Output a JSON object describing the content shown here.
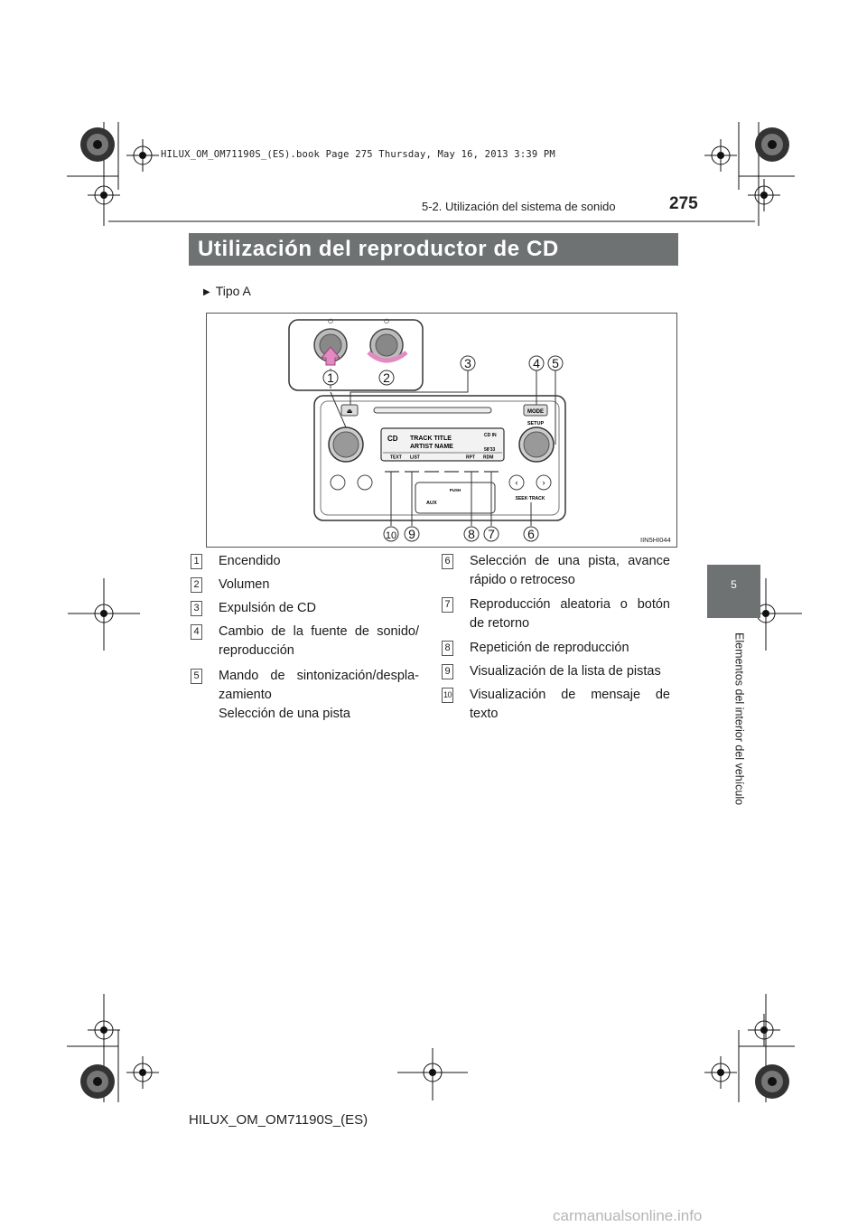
{
  "file_stamp": "HILUX_OM_OM71190S_(ES).book  Page 275  Thursday, May 16, 2013  3:39 PM",
  "header": {
    "section": "5-2. Utilización del sistema de sonido",
    "page_number": "275"
  },
  "title": "Utilización del reproductor de CD",
  "side_tab": {
    "number": "5",
    "label": "Elementos del interior del vehículo"
  },
  "bullet": {
    "icon": "triangle-right-icon",
    "text": "Tipo A"
  },
  "figure": {
    "code": "IIN5HI044",
    "callouts": [
      "1",
      "2",
      "3",
      "4",
      "5",
      "6",
      "7",
      "8",
      "9",
      "10"
    ],
    "display": {
      "source": "CD",
      "track_title": "TRACK TITLE",
      "artist_name": "ARTIST NAME",
      "status": "CD IN",
      "time": "58'33",
      "buttons": [
        "TEXT",
        "LIST",
        "RPT",
        "RDM"
      ]
    },
    "labels": {
      "mode": "MODE",
      "setup": "SETUP",
      "push": "PUSH",
      "aux": "AUX",
      "seek_track": "SEEK·TRACK"
    }
  },
  "legend_left": [
    {
      "num": "1",
      "lines": [
        "Encendido"
      ]
    },
    {
      "num": "2",
      "lines": [
        "Volumen"
      ]
    },
    {
      "num": "3",
      "lines": [
        "Expulsión de CD"
      ]
    },
    {
      "num": "4",
      "lines": [
        "Cambio de la fuente de sonido/",
        "reproducción"
      ]
    },
    {
      "num": "5",
      "lines": [
        "Mando de sintonización/despla-",
        "zamiento",
        "Selección de una pista"
      ]
    }
  ],
  "legend_right": [
    {
      "num": "6",
      "lines": [
        "Selección de una pista, avance",
        "rápido o retroceso"
      ]
    },
    {
      "num": "7",
      "lines": [
        "Reproducción aleatoria o botón",
        "de retorno"
      ]
    },
    {
      "num": "8",
      "lines": [
        "Repetición de reproducción"
      ]
    },
    {
      "num": "9",
      "lines": [
        "Visualización de la lista de pistas"
      ]
    },
    {
      "num": "10",
      "lines": [
        "Visualización de mensaje de",
        "texto"
      ]
    }
  ],
  "footer_code": "HILUX_OM_OM71190S_(ES)",
  "watermark": "carmanualsonline.info"
}
